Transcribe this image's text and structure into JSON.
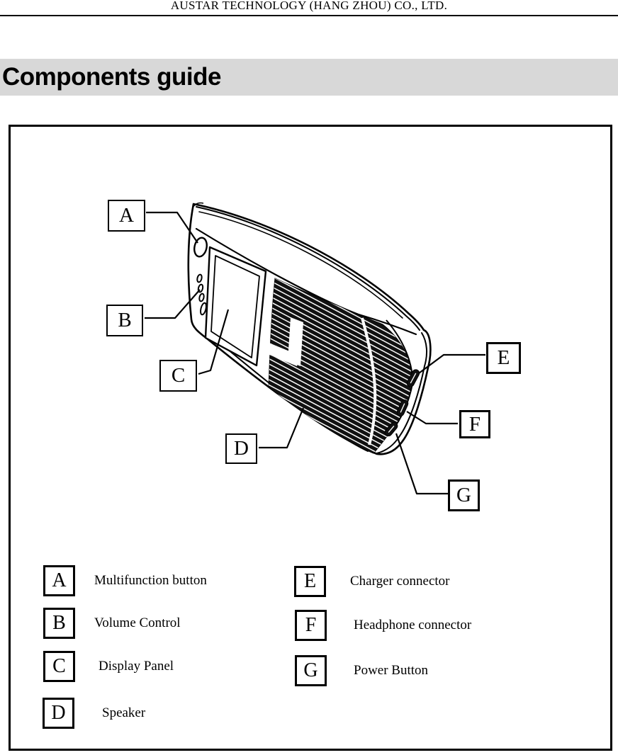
{
  "header": {
    "company_name": "AUSTAR TECHNOLOGY (HANG ZHOU) CO., LTD."
  },
  "page_title": "Components guide",
  "diagram": {
    "description": "Perspective line drawing of handheld device with lettered callouts",
    "callouts": [
      "A",
      "B",
      "C",
      "D",
      "E",
      "F",
      "G"
    ]
  },
  "legend": {
    "left": [
      {
        "key": "A",
        "label": "Multifunction button"
      },
      {
        "key": "B",
        "label": "Volume Control"
      },
      {
        "key": "C",
        "label": "Display Panel"
      },
      {
        "key": "D",
        "label": "Speaker"
      }
    ],
    "right": [
      {
        "key": "E",
        "label": "Charger connector"
      },
      {
        "key": "F",
        "label": "Headphone connector"
      },
      {
        "key": "G",
        "label": "Power Button"
      }
    ]
  },
  "colors": {
    "title_bar_bg": "#d8d8d8",
    "ink": "#000000",
    "paper": "#ffffff"
  }
}
